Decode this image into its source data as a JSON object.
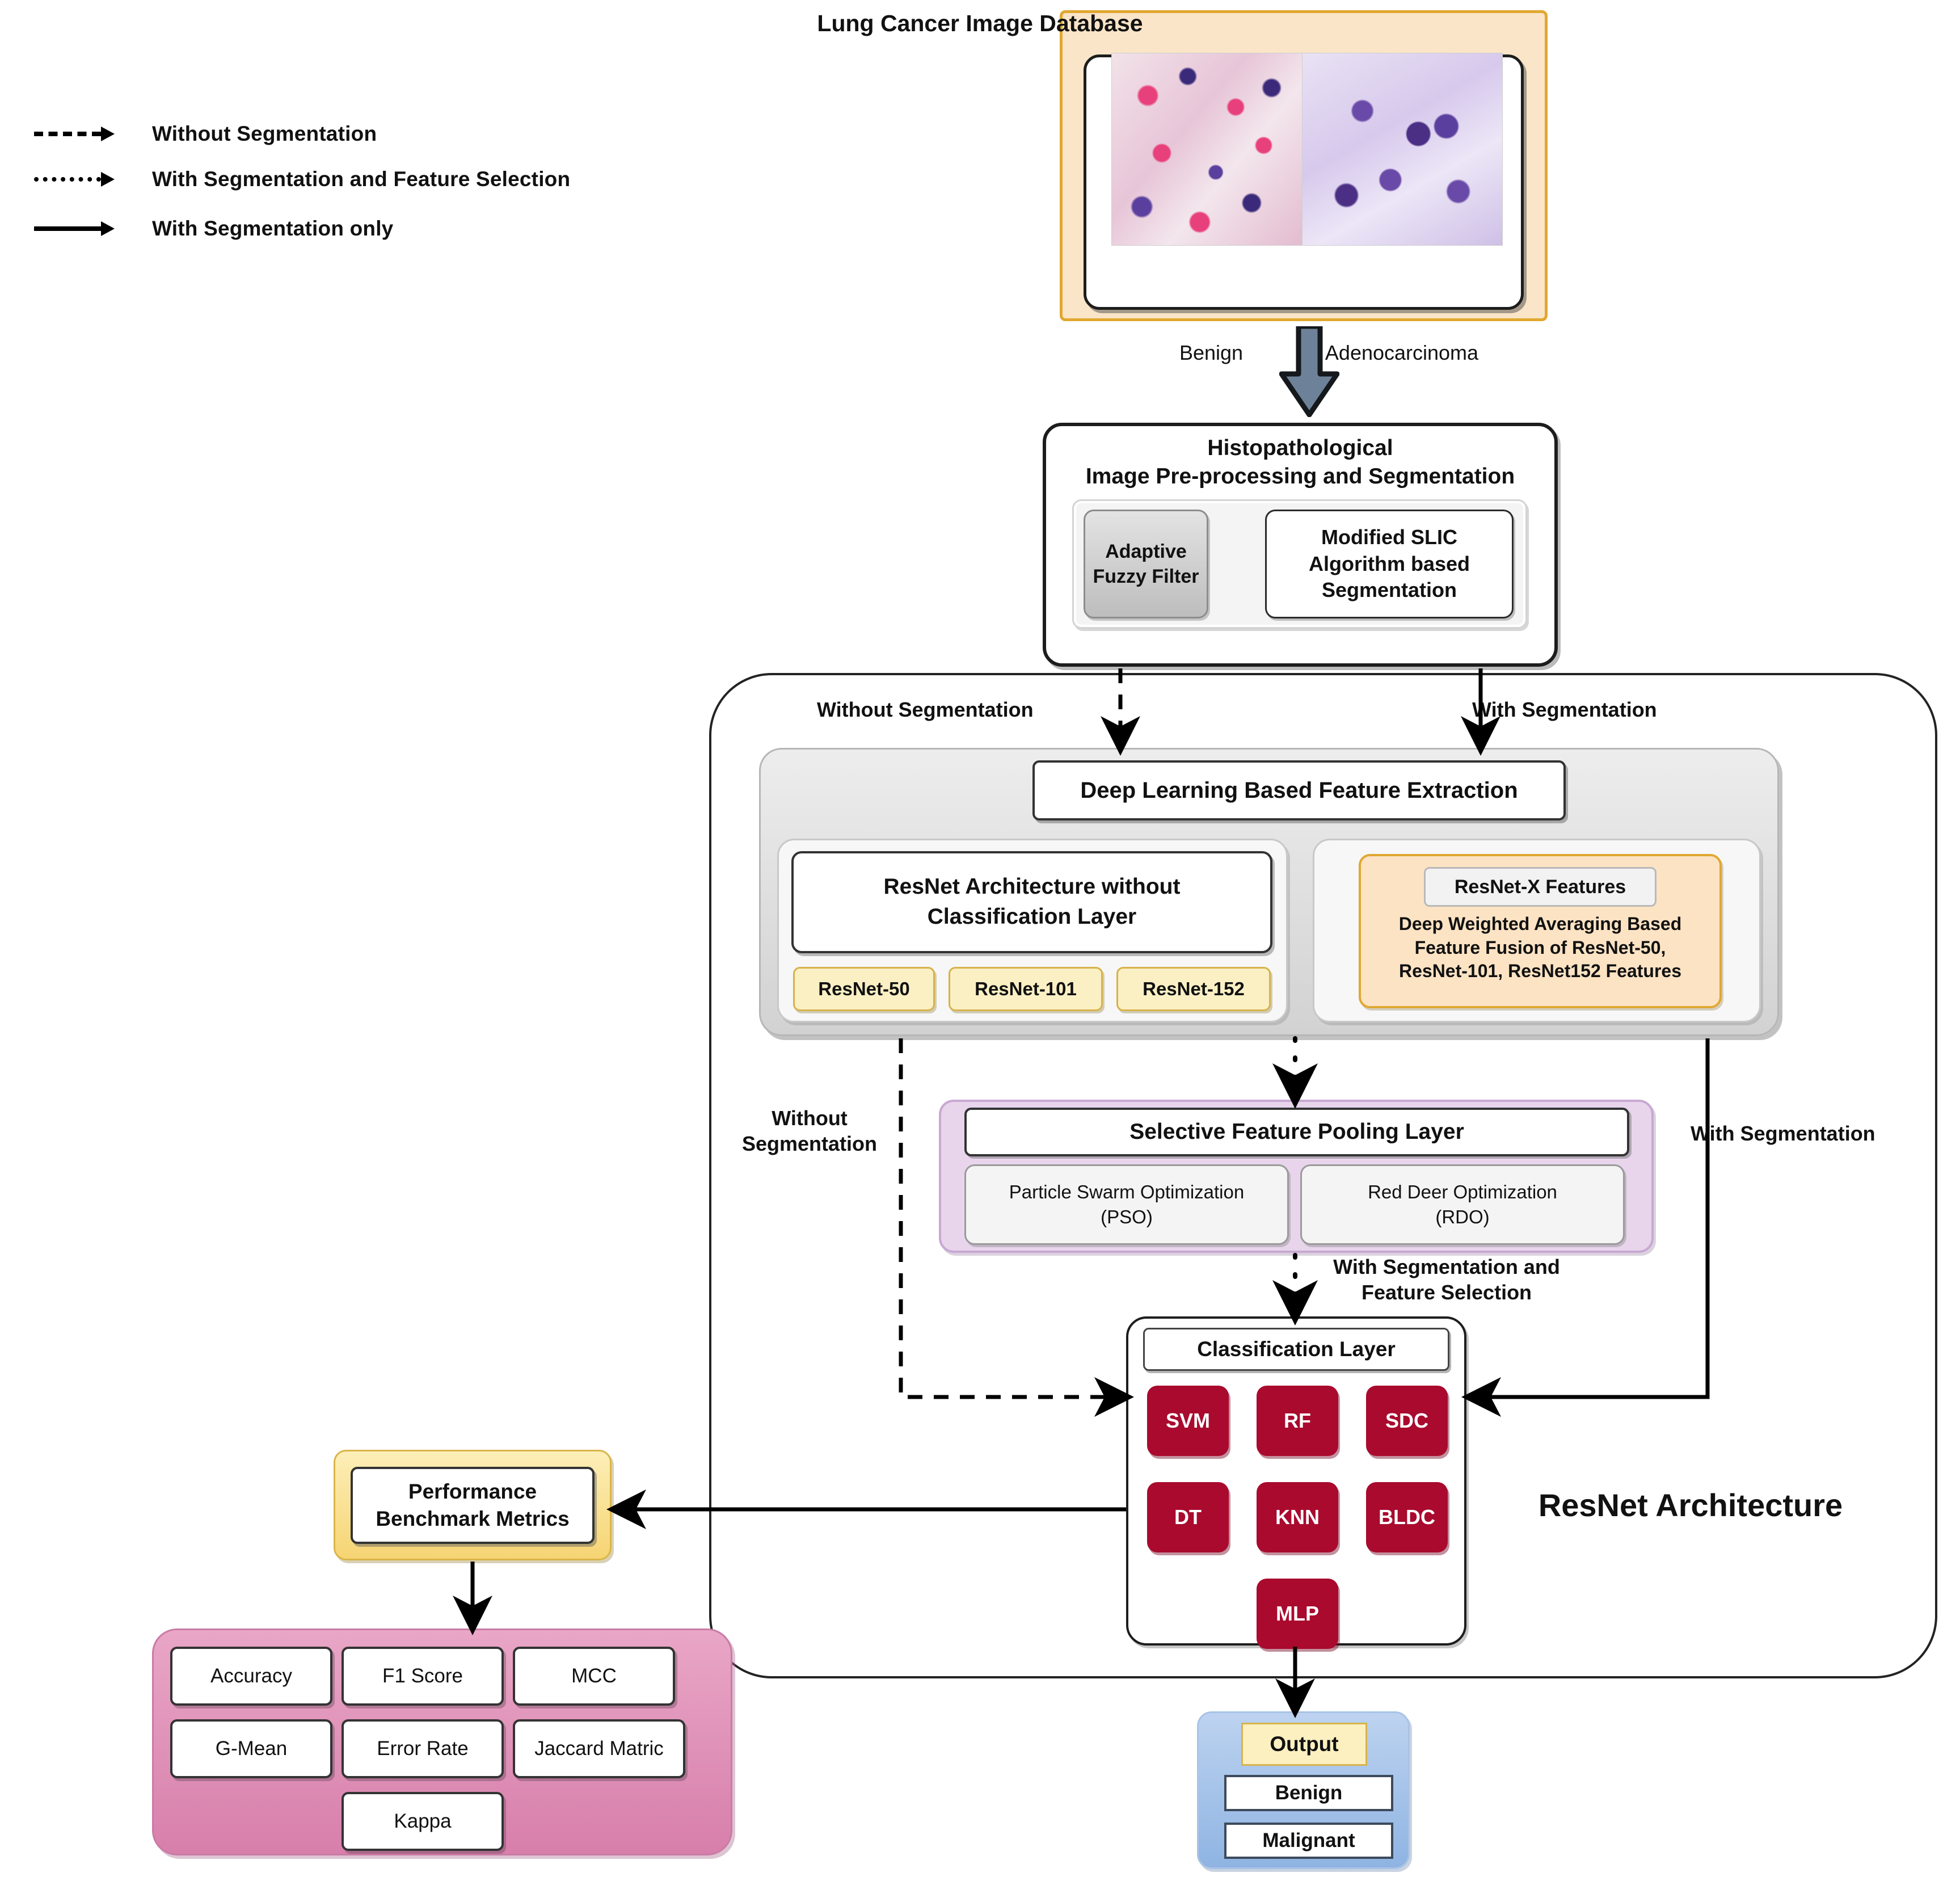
{
  "legend": {
    "items": [
      {
        "style": "dashed",
        "label": "Without Segmentation"
      },
      {
        "style": "dotted",
        "label": "With Segmentation and Feature Selection"
      },
      {
        "style": "solid",
        "label": "With Segmentation only"
      }
    ]
  },
  "database": {
    "title": "Lung Cancer Image Database",
    "samples": [
      {
        "caption": "Benign"
      },
      {
        "caption": "Adenocarcinoma"
      }
    ]
  },
  "preprocessing": {
    "title_line1": "Histopathological",
    "title_line2": "Image Pre-processing and Segmentation",
    "filter": "Adaptive\nFuzzy Filter",
    "segmentation": "Modified SLIC\nAlgorithm based\nSegmentation"
  },
  "architecture": {
    "outer_label": "ResNet Architecture",
    "feature_extraction_title": "Deep Learning Based Feature Extraction",
    "left": {
      "arch_title": "ResNet  Architecture without\nClassification Layer",
      "chips": [
        "ResNet-50",
        "ResNet-101",
        "ResNet-152"
      ]
    },
    "right": {
      "badge": "ResNet-X Features",
      "description": "Deep Weighted Averaging Based\nFeature Fusion of ResNet-50,\nResNet-101, ResNet152 Features"
    }
  },
  "pooling": {
    "title": "Selective Feature Pooling Layer",
    "options": [
      "Particle Swarm Optimization\n(PSO)",
      "Red Deer Optimization\n(RDO)"
    ]
  },
  "classification": {
    "title": "Classification Layer",
    "classifiers": [
      "SVM",
      "RF",
      "SDC",
      "DT",
      "KNN",
      "BLDC",
      "MLP"
    ]
  },
  "metrics": {
    "title": "Performance\nBenchmark Metrics",
    "items": [
      "Accuracy",
      "F1 Score",
      "MCC",
      "G-Mean",
      "Error Rate",
      "Jaccard Matric",
      "Kappa"
    ]
  },
  "output": {
    "title": "Output",
    "classes": [
      "Benign",
      "Malignant"
    ]
  },
  "edge_labels": {
    "without_segmentation_top": "Without Segmentation",
    "with_segmentation_top": "With Segmentation",
    "without_segmentation_side": "Without\nSegmentation",
    "with_segmentation_side": "With Segmentation",
    "with_seg_and_fs": "With Segmentation and\nFeature Selection"
  },
  "colors": {
    "accent_red": "#A90A2E",
    "database_bg": "#FAE5C8",
    "database_border": "#E0A830",
    "pooling_bg": "#E8D5EC",
    "metrics_bg": "#E9A6C6",
    "output_bg": "#8FB4E2",
    "chip_yellow": "#FBF0C4",
    "arrow_gray": "#6D8299"
  }
}
